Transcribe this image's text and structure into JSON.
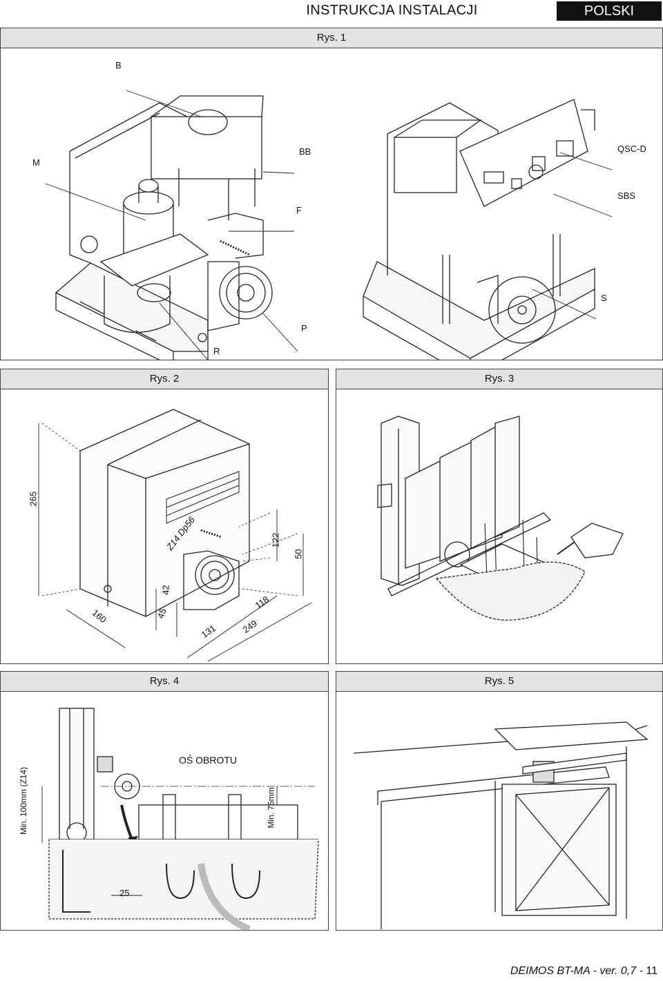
{
  "header": {
    "title": "INSTRUKCJA INSTALACJI",
    "language": "POLSKI"
  },
  "figures": {
    "rys1": {
      "caption": "Rys. 1",
      "labels": [
        "B",
        "BB",
        "M",
        "F",
        "QSC-D",
        "SBS",
        "S",
        "P",
        "R"
      ]
    },
    "rys2": {
      "caption": "Rys. 2",
      "dims": [
        "265",
        "Z14 Dp56",
        "122",
        "50",
        "42",
        "45",
        "160",
        "131",
        "118",
        "249"
      ]
    },
    "rys3": {
      "caption": "Rys. 3"
    },
    "rys4": {
      "caption": "Rys. 4",
      "axis_label": "OŚ OBROTU",
      "min_left": "Min. 100mm (Z14)",
      "min_right": "Min. 75mm",
      "dim25": "25"
    },
    "rys5": {
      "caption": "Rys. 5"
    }
  },
  "footer": {
    "model": "DEIMOS BT-MA - ver. 0,7 -",
    "page": "11"
  }
}
